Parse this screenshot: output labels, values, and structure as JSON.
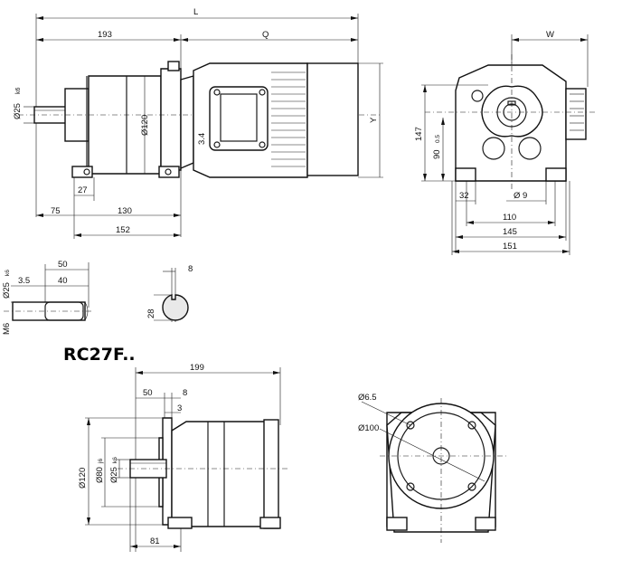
{
  "title": "RC27F..",
  "side_view": {
    "L": "L",
    "d193": "193",
    "Q": "Q",
    "d25": "Ø25",
    "d25_tol": "k6",
    "d120": "Ø120",
    "d3_4": "3.4",
    "d27": "27",
    "d75": "75",
    "d130": "130",
    "d152": "152",
    "Y": "Y"
  },
  "end_view": {
    "W": "W",
    "d147": "147",
    "d90": "90",
    "d90_tol": "0.5",
    "d32": "32",
    "d9": "Ø 9",
    "d110": "110",
    "d145": "145",
    "d151": "151"
  },
  "shaft_detail": {
    "d50": "50",
    "d3_5": "3.5",
    "d40": "40",
    "d25": "Ø25",
    "d25_tol": "k6",
    "thread": "M6"
  },
  "key_detail": {
    "d8": "8",
    "d28": "28"
  },
  "flange_side": {
    "d199": "199",
    "d50": "50",
    "d8": "8",
    "d3": "3",
    "d120": "Ø120",
    "d80": "Ø80",
    "d80_tol": "j6",
    "d25": "Ø25",
    "d25_tol": "k6",
    "d81": "81"
  },
  "flange_front": {
    "d6_5": "Ø6.5",
    "d100": "Ø100"
  }
}
